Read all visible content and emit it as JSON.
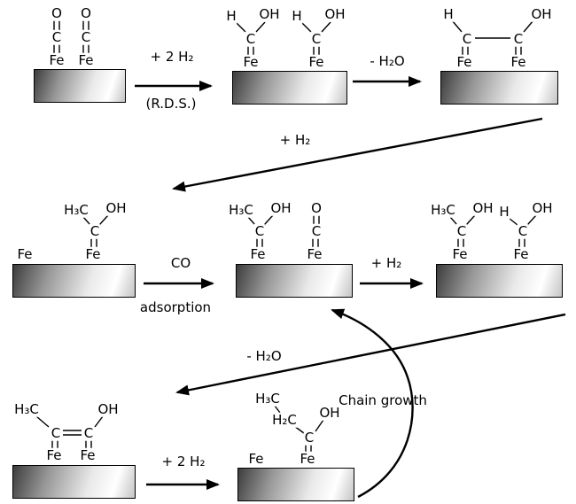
{
  "atoms": {
    "O": "O",
    "C": "C",
    "Fe": "Fe",
    "H": "H",
    "OH": "OH",
    "H3C": "H₃C",
    "H2C": "H₂C"
  },
  "arrows": {
    "step1": {
      "label_top": "+ 2 H₂",
      "label_bottom": "(R.D.S.)"
    },
    "step2": {
      "label_top": "- H₂O"
    },
    "step3": {
      "label": "+ H₂"
    },
    "step4": {
      "label_top": "CO",
      "label_bottom": "adsorption"
    },
    "step5": {
      "label_top": "+ H₂"
    },
    "step6": {
      "label": "- H₂O"
    },
    "step7": {
      "label_top": "+ 2 H₂"
    },
    "chain": {
      "label": "Chain growth"
    }
  },
  "colors": {
    "background": "#ffffff",
    "ink": "#000000",
    "slab_dark": "#3d3d3d",
    "slab_light": "#ffffff"
  }
}
